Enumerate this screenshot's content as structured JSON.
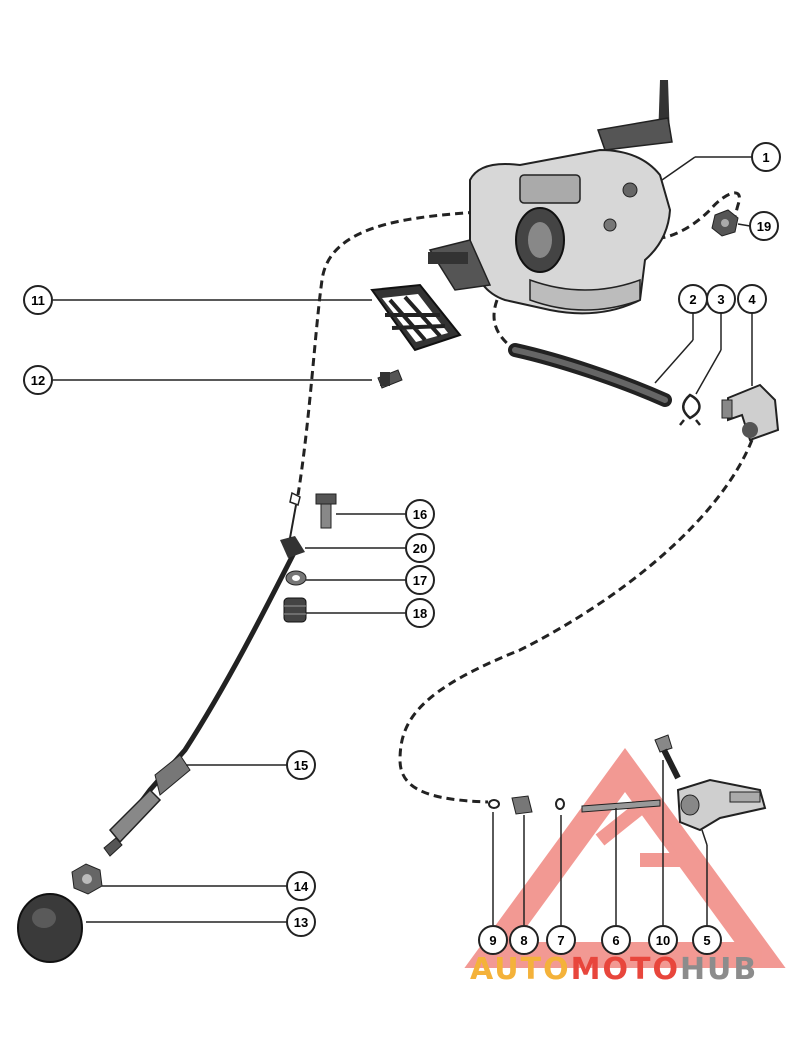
{
  "diagram": {
    "callouts": [
      {
        "id": "c1",
        "label": "1"
      },
      {
        "id": "c2",
        "label": "2"
      },
      {
        "id": "c3",
        "label": "3"
      },
      {
        "id": "c4",
        "label": "4"
      },
      {
        "id": "c5",
        "label": "5"
      },
      {
        "id": "c6",
        "label": "6"
      },
      {
        "id": "c7",
        "label": "7"
      },
      {
        "id": "c8",
        "label": "8"
      },
      {
        "id": "c9",
        "label": "9"
      },
      {
        "id": "c10",
        "label": "10"
      },
      {
        "id": "c11",
        "label": "11"
      },
      {
        "id": "c12",
        "label": "12"
      },
      {
        "id": "c13",
        "label": "13"
      },
      {
        "id": "c14",
        "label": "14"
      },
      {
        "id": "c15",
        "label": "15"
      },
      {
        "id": "c16",
        "label": "16"
      },
      {
        "id": "c17",
        "label": "17"
      },
      {
        "id": "c18",
        "label": "18"
      },
      {
        "id": "c19",
        "label": "19"
      },
      {
        "id": "c20",
        "label": "20"
      }
    ]
  },
  "watermark": {
    "part1": "AUTO",
    "part2": "MOTO",
    "part3": "HUB",
    "colors": {
      "auto": "#f4b23a",
      "moto": "#e8463c",
      "hub": "#8c8c8c",
      "logo": "#e8463c"
    }
  }
}
